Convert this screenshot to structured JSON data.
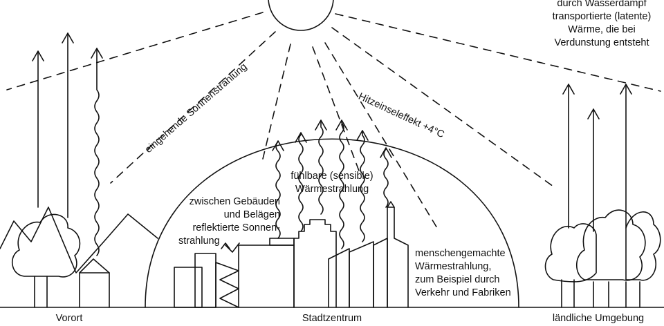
{
  "labels": {
    "latent_heat": [
      "durch Wasserdampf",
      "transportierte (latente)",
      "Wärme, die bei",
      "Verdunstung entsteht"
    ],
    "incoming_sun": "eingehende Sonnenstrahlung",
    "heat_island": "Hitzeinseleffekt +4°C",
    "sensible_heat": [
      "fühlbare (sensible)",
      "Wärmestrahlung"
    ],
    "reflected": [
      "zwischen Gebäuden",
      "und Belägen",
      "reflektierte Sonnen-",
      "strahlung"
    ],
    "anthropogenic": [
      "menschengemachte",
      "Wärmestrahlung,",
      "zum Beispiel durch",
      "Verkehr und Fabriken"
    ],
    "suburb": "Vorort",
    "city_center": "Stadtzentrum",
    "rural": "ländliche Umgebung"
  },
  "colors": {
    "stroke": "#111111",
    "background": "#ffffff"
  }
}
